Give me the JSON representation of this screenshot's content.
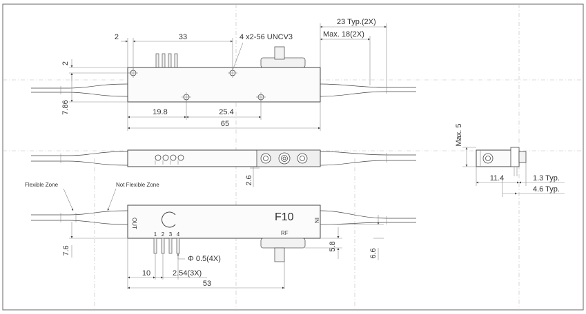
{
  "drawing": {
    "top_view": {
      "dim_left_offset": "2",
      "dim_hole_spacing": "33",
      "thread_callout": "4 x2-56 UNCV3",
      "dim_fiber_typ": "23 Typ.(2X)",
      "dim_fiber_max": "Max.  18(2X)",
      "dim_top_gap": "2",
      "dim_height": "7.86",
      "dim_hole_a": "19.8",
      "dim_hole_b": "25.4",
      "dim_length": "65"
    },
    "side_view": {
      "dim_height": "2.6"
    },
    "end_view": {
      "dim_max_height": "Max. 5",
      "dim_width": "11.4",
      "dim_step": "1.3 Typ.",
      "dim_offset": "4.6 Typ."
    },
    "bottom_view": {
      "label_flexible": "Flexible Zone",
      "label_not_flexible": "Not Flexible Zone",
      "model_label": "F10",
      "port_out": "OUT",
      "port_in": "IN",
      "port_rf": "RF",
      "pin_labels": [
        "1",
        "2",
        "3",
        "4"
      ],
      "dim_pin_offset": "7.6",
      "dim_pin_dia": "Φ 0.5(4X)",
      "dim_first_pin": "10",
      "dim_pin_pitch": "2.54(3X)",
      "dim_rf_width": "53",
      "dim_rf_height": "5.8",
      "dim_rf_right": "6.6"
    }
  }
}
